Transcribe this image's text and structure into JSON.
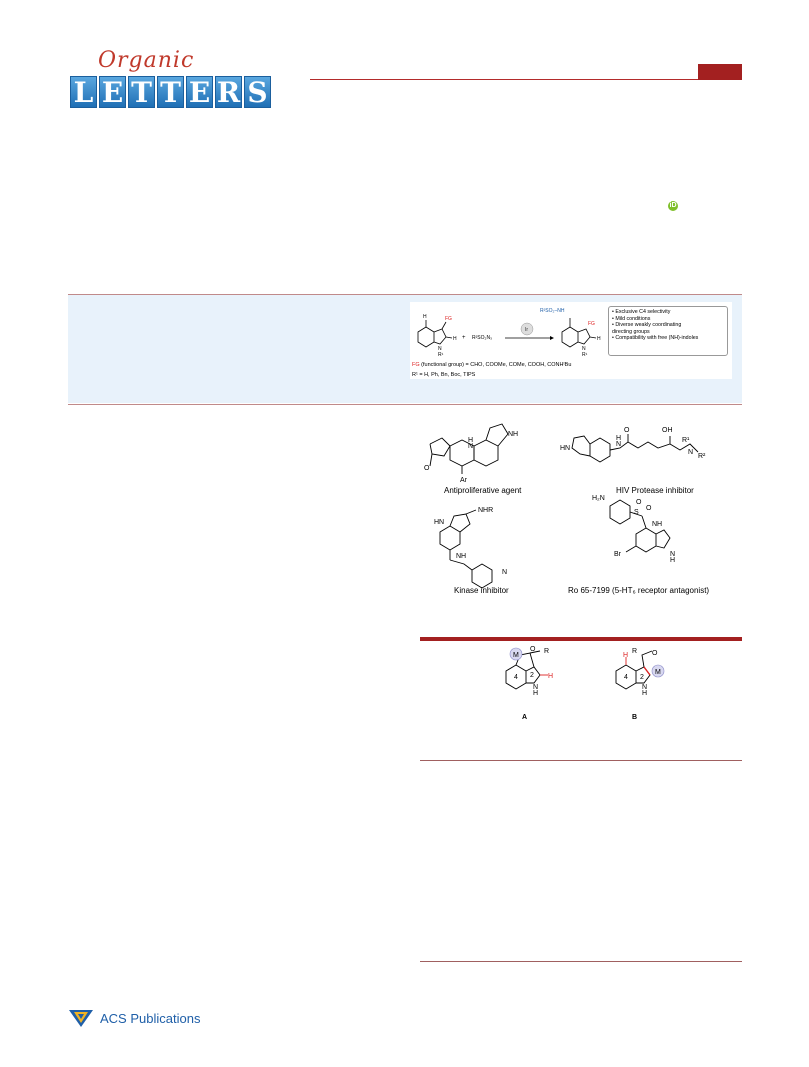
{
  "journal": {
    "script_word": "Organic",
    "tiles": [
      "L",
      "E",
      "T",
      "T",
      "E",
      "R",
      "S"
    ]
  },
  "orcid_label": "iD",
  "toc_graphic": {
    "reagent": "R²SO₂N₃",
    "catalyst": "Ir",
    "product_label": "R²SO₂–NH",
    "bullets": [
      "• Exclusive C4 selectivity",
      "• Mild conditions",
      "• Diverse weakly coordinating",
      "  directing groups",
      "• Compatibility with free (NH)-indoles"
    ],
    "fg_tag": "FG",
    "fg_text": " (functional group) = CHO, COOMe, COMe, COOH, CONHᵗBu",
    "r1_text": "R¹ = H, Ph, Bn, Boc, TIPS"
  },
  "figure1": {
    "captions": [
      "Antiproliferative agent",
      "HIV Protease inhibitor",
      "Kinase inhibitor",
      "Ro 65-7199 (5-HT₆ receptor antagonist)"
    ]
  },
  "figure2": {
    "labels": [
      "A",
      "B"
    ]
  },
  "publisher": {
    "name": "ACS Publications"
  },
  "colors": {
    "accent": "#a32020",
    "band": "#e8f2fb",
    "link_blue": "#1f5fa8"
  }
}
